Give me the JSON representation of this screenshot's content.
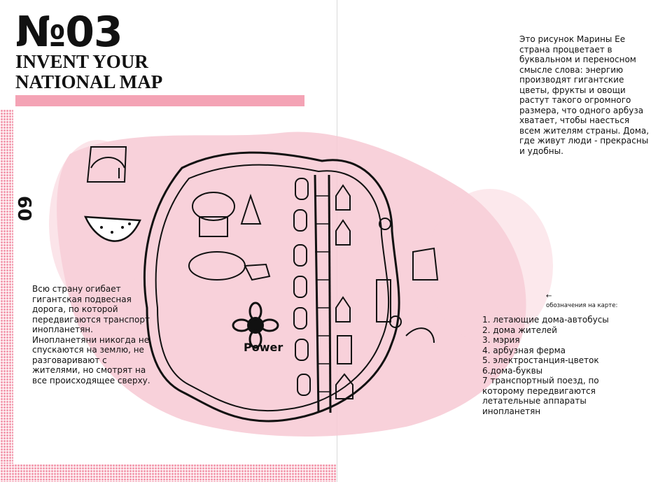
{
  "issue": {
    "number": "№03"
  },
  "headline": {
    "line1": "INVENT YOUR",
    "line2": "NATIONAL MAP"
  },
  "page_number": "60",
  "map_label": "Power",
  "intro_text": "Это рисунок Марины Ее страна процветает в буквальном и переносном смысле слова: энергию производят гигантские цветы, фрукты и овощи растут такого огромного размера, что одного арбуза хватает, чтобы наесться всем жителям страны. Дома, где живут люди - прекрасны и удобны.",
  "left_caption": "Всю страну огибает гигантская подвесная дорога, по которой передвигаются транспорт инопланетян. Инопланетяни никогда не спускаются на землю, не разговаривают с жителями, но смотрят на все происходящее сверху.",
  "legend": {
    "arrow": "←",
    "title": "обозначения на карте:",
    "items": [
      "1. летающие дома-автобусы",
      "2. дома жителей",
      "3. мэрия",
      "4. арбузная ферма",
      "5. электростанция-цветок",
      "6.дома-буквы",
      "7 транспортный поезд, по которому передвигаются летательные аппараты инопланетян"
    ]
  },
  "colors": {
    "accent_pink": "#f4a3b5",
    "ink": "#111111"
  }
}
